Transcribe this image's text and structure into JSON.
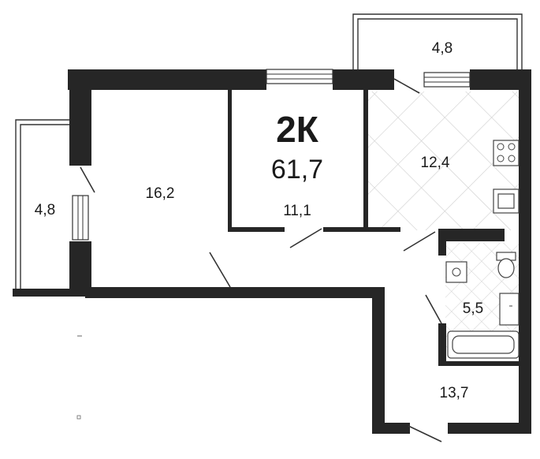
{
  "apartment": {
    "type_code": "2К",
    "total_area": "61,7"
  },
  "rooms": [
    {
      "id": "balcony-top",
      "area": "4,8"
    },
    {
      "id": "balcony-left",
      "area": "4,8"
    },
    {
      "id": "living-room",
      "area": "16,2"
    },
    {
      "id": "bedroom",
      "area": "11,1"
    },
    {
      "id": "kitchen",
      "area": "12,4"
    },
    {
      "id": "bathroom",
      "area": "5,5"
    },
    {
      "id": "hallway",
      "area": "13,7"
    }
  ],
  "colors": {
    "wall": "#262626",
    "tile_lines": "#cfcfcf",
    "background": "#ffffff"
  }
}
